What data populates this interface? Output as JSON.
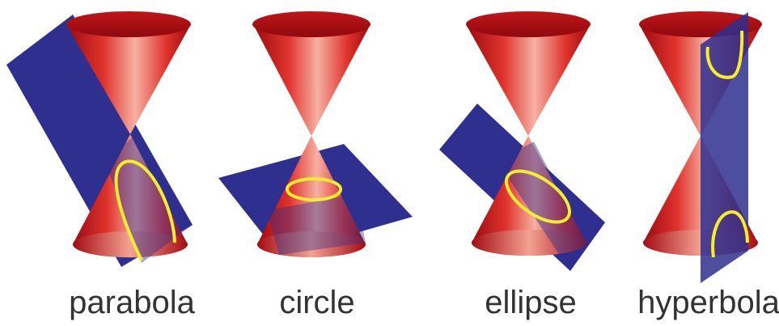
{
  "sections": [
    {
      "label": "parabola"
    },
    {
      "label": "circle"
    },
    {
      "label": "ellipse"
    },
    {
      "label": "hyperbola"
    }
  ],
  "colors": {
    "cone_dark": "#b10f14",
    "cone_mid": "#e8352f",
    "cone_light": "#f4a79a",
    "plane": "#2e2f8e",
    "curve": "#f6ee2a",
    "text": "#333333"
  }
}
